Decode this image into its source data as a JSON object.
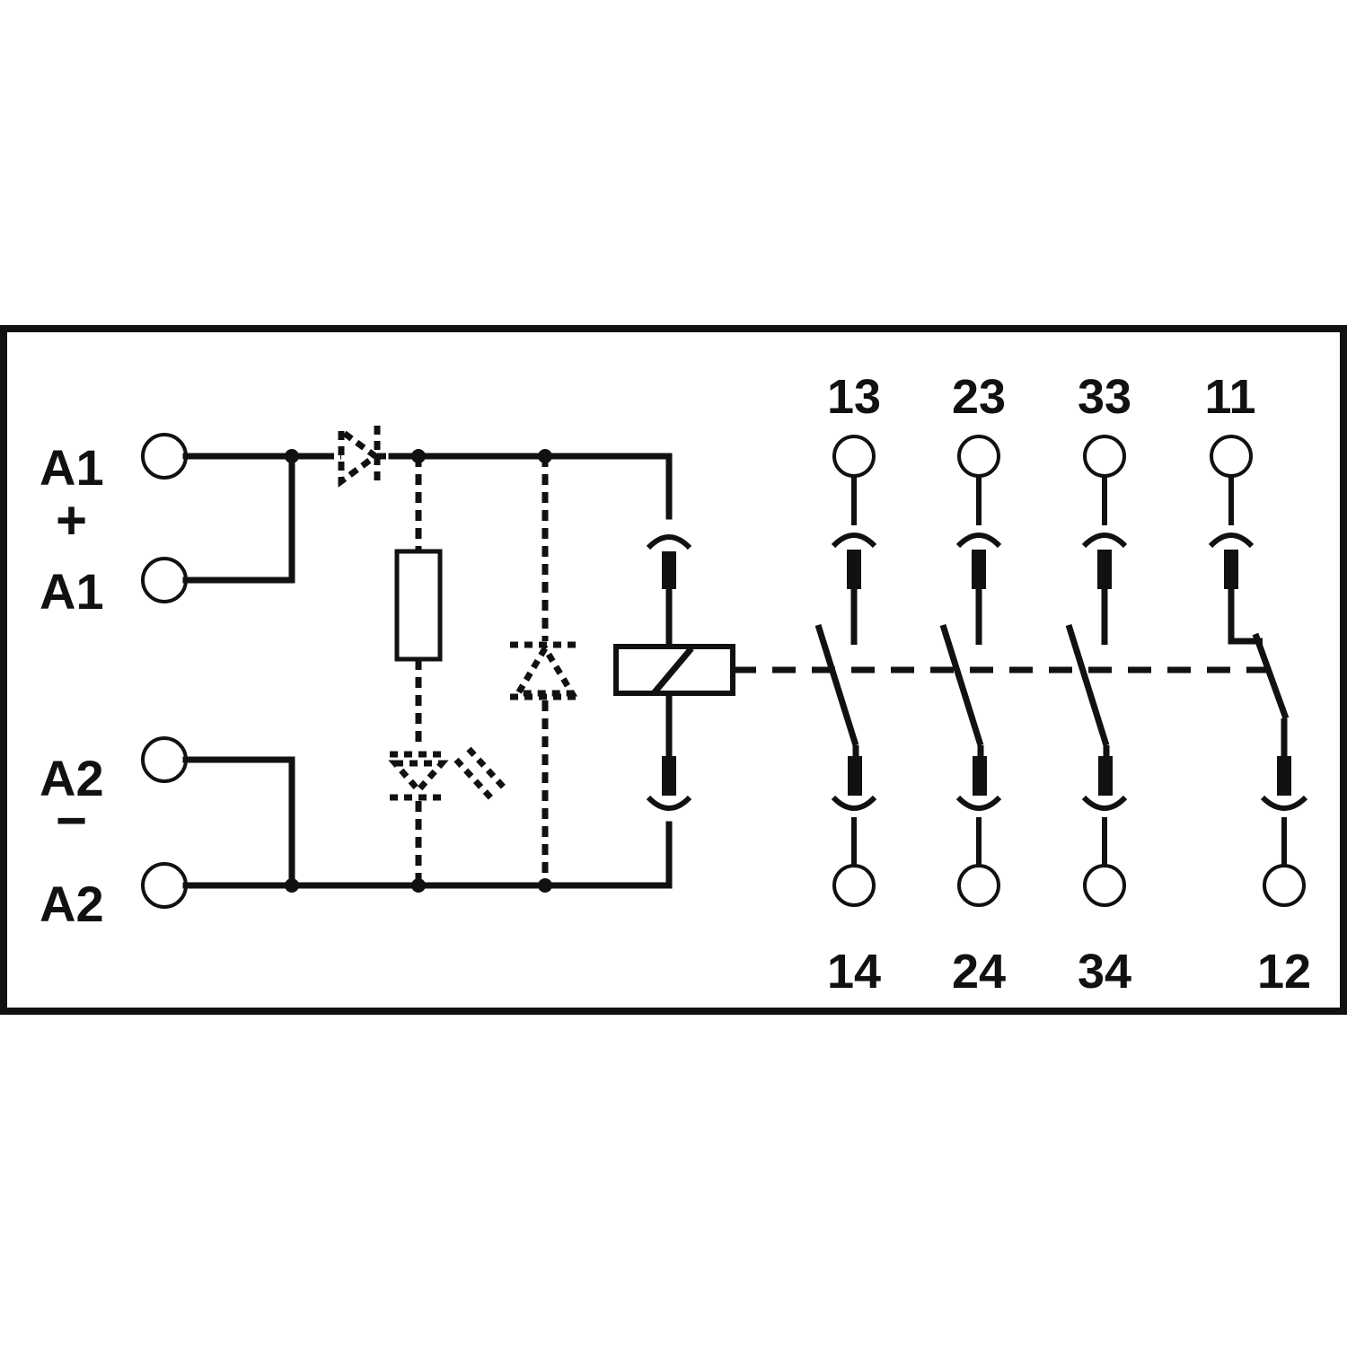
{
  "colors": {
    "line": "#111111",
    "background": "#ffffff"
  },
  "coil_terminals": {
    "a1_upper": "A1",
    "a1_plus": "+",
    "a1_lower": "A1",
    "a2_upper": "A2",
    "a2_minus": "−",
    "a2_lower": "A2"
  },
  "contact_terminals": {
    "top": [
      "13",
      "23",
      "33",
      "11"
    ],
    "bottom": [
      "14",
      "24",
      "34",
      "12"
    ]
  }
}
